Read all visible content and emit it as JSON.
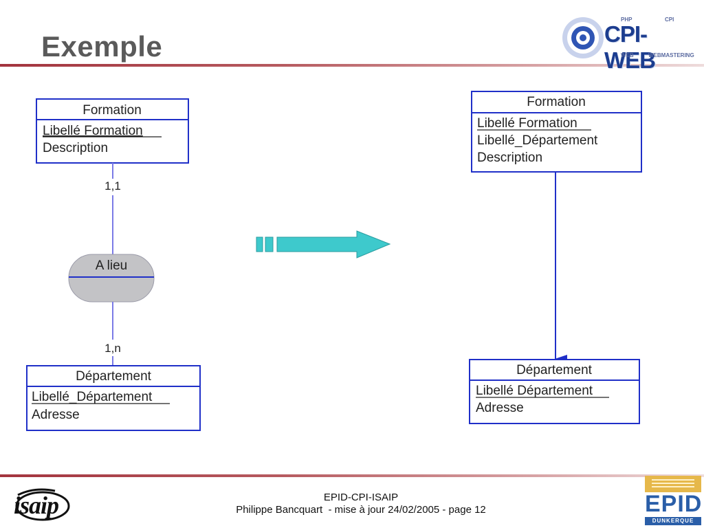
{
  "slide": {
    "title": "Exemple",
    "footer_line1": "EPID-CPI-ISAIP",
    "footer_line2": "Philippe Bancquart  - mise à jour 24/02/2005 - page 12"
  },
  "left_diagram": {
    "entity_top": {
      "name": "Formation",
      "identifier": "Libellé  Formation",
      "attributes": [
        "Description"
      ]
    },
    "cardinality_top": "1,1",
    "association": {
      "name": "A lieu"
    },
    "cardinality_bottom": "1,n",
    "entity_bottom": {
      "name": "Département",
      "identifier": "Libellé_Département",
      "attributes": [
        "Adresse"
      ]
    }
  },
  "right_diagram": {
    "entity_top": {
      "name": "Formation",
      "identifier": "Libellé  Formation",
      "attributes": [
        "Libellé_Département",
        "Description"
      ]
    },
    "entity_bottom": {
      "name": "Département",
      "identifier": "Libellé  Département",
      "attributes": [
        "Adresse"
      ]
    }
  },
  "logos": {
    "cpi_web": "CPI-WEB",
    "cpi_php": "PHP",
    "cpi_cpi": "CPI",
    "cpi_web_small": "WEB",
    "cpi_webmastering": "WEBMASTERING",
    "isaip": "isaip",
    "epid": "EPID",
    "epid_city": "DUNKERQUE"
  },
  "colors": {
    "box_border": "#1f2fc8",
    "arrow_fill": "#3ec9cc",
    "association_fill": "#c3c3c6",
    "title_color": "#5a5a5a",
    "rule_color": "#a3343e"
  }
}
